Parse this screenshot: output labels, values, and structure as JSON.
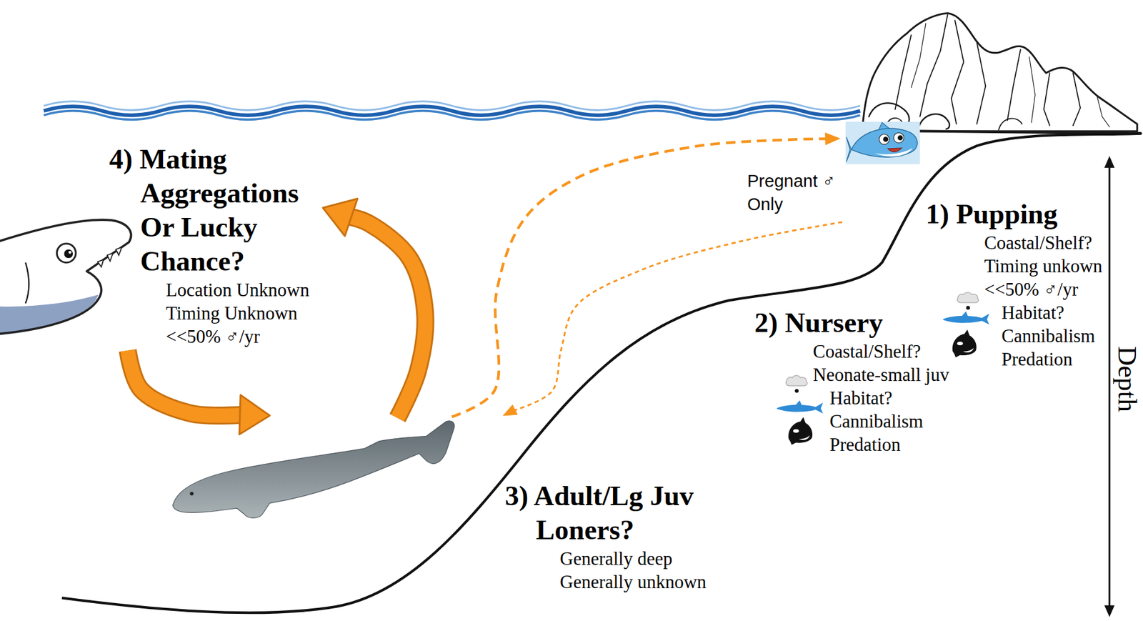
{
  "diagram": {
    "nodes": [
      {
        "text": [
          "1) Pupping",
          "Coastal/Shelf?",
          "Timing unkown",
          "<<50% ♂/yr",
          "Habitat?",
          "Cannibalism",
          "Predation"
        ]
      },
      {
        "text": [
          "2) Nursery",
          "Coastal/Shelf?",
          "Neonate-small juv",
          "Habitat?",
          "Cannibalism",
          "Predation"
        ]
      },
      {
        "text": [
          "3) Adult/Lg Juv Loners?",
          "Generally deep",
          "Generally unknown"
        ]
      },
      {
        "text": [
          "4) Mating Aggregations Or Lucky Chance?",
          "Location Unknown",
          "Timing Unknown",
          "<<50% ♂/yr"
        ]
      }
    ],
    "edges": [
      {
        "from": 2,
        "to": 3,
        "arrow": "to"
      },
      {
        "from": 3,
        "to": 2,
        "arrow": "to"
      },
      {
        "from": 2,
        "to": 0,
        "label": "Pregnant ♂ Only",
        "arrow": "to"
      },
      {
        "from": 0,
        "to": 2,
        "arrow": "to"
      }
    ],
    "labels": [
      "Depth"
    ]
  }
}
